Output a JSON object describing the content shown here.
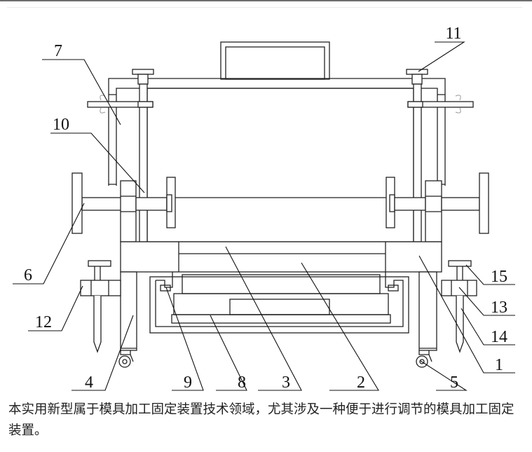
{
  "figure": {
    "labels": {
      "l1": "1",
      "l2": "2",
      "l3": "3",
      "l4": "4",
      "l5": "5",
      "l6": "6",
      "l7": "7",
      "l8": "8",
      "l9": "9",
      "l10": "10",
      "l11": "11",
      "l12": "12",
      "l13": "13",
      "l14": "14",
      "l15": "15"
    }
  },
  "caption": "本实用新型属于模具加工固定装置技术领域，尤其涉及一种便于进行调节的模具加工固定装置。"
}
